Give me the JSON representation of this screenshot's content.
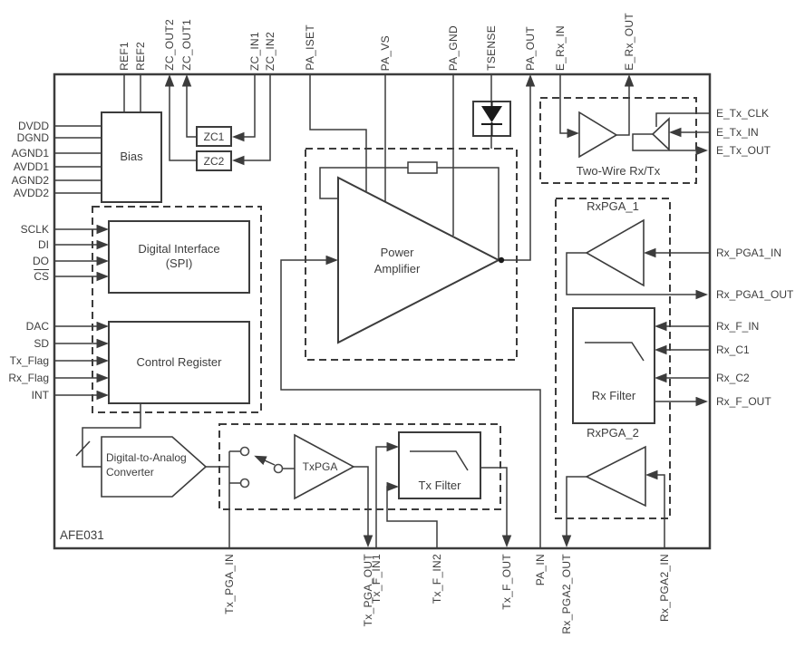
{
  "chip": {
    "name": "AFE031"
  },
  "pins": {
    "top": [
      "REF1",
      "REF2",
      "ZC_OUT2",
      "ZC_OUT1",
      "ZC_IN1",
      "ZC_IN2",
      "PA_ISET",
      "PA_VS",
      "PA_GND",
      "TSENSE",
      "PA_OUT",
      "E_Rx_IN",
      "E_Rx_OUT"
    ],
    "left": [
      "DVDD",
      "DGND",
      "AGND1",
      "AVDD1",
      "AGND2",
      "AVDD2",
      "SCLK",
      "DI",
      "DO",
      "CS",
      "DAC",
      "SD",
      "Tx_Flag",
      "Rx_Flag",
      "INT"
    ],
    "right": [
      "E_Tx_CLK",
      "E_Tx_IN",
      "E_Tx_OUT",
      "Rx_PGA1_IN",
      "Rx_PGA1_OUT",
      "Rx_F_IN",
      "Rx_C1",
      "Rx_C2",
      "Rx_F_OUT"
    ],
    "bottom": [
      "Tx_PGA_IN",
      "Tx_PGA_OUT",
      "Tx_F_IN1",
      "Tx_F_IN2",
      "Tx_F_OUT",
      "PA_IN",
      "Rx_PGA2_OUT",
      "Rx_PGA2_IN"
    ],
    "active_low": [
      "CS"
    ]
  },
  "blocks": {
    "bias": "Bias",
    "zc1": "ZC1",
    "zc2": "ZC2",
    "spi_line1": "Digital Interface",
    "spi_line2": "(SPI)",
    "control_register": "Control Register",
    "dac_line1": "Digital-to-Analog",
    "dac_line2": "Converter",
    "txpga": "TxPGA",
    "tx_filter": "Tx Filter",
    "pa_line1": "Power",
    "pa_line2": "Amplifier",
    "two_wire": "Two-Wire Rx/Tx",
    "rxpga1": "RxPGA_1",
    "rx_filter": "Rx Filter",
    "rxpga2": "RxPGA_2"
  },
  "colors": {
    "line": "#3c3c3c",
    "text": "#3d3d3d",
    "background": "#ffffff"
  }
}
